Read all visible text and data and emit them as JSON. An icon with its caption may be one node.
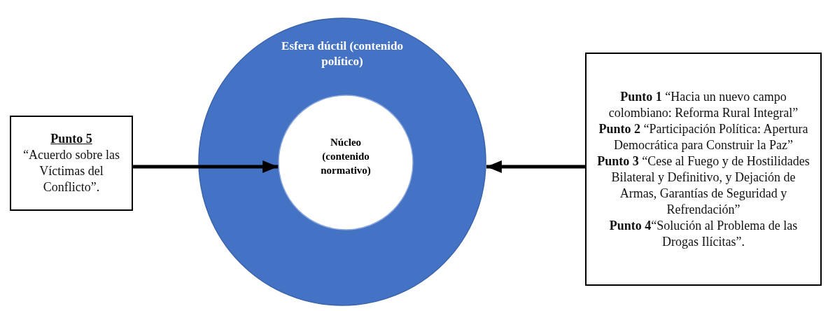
{
  "diagram": {
    "nodes": [
      {
        "text": [
          "Esfera dúctil (contenido político)"
        ]
      },
      {
        "text": [
          "Núcleo (contenido normativo)"
        ],
        "in": 0
      },
      {
        "text": [
          "Punto 5",
          "“Acuerdo sobre las Víctimas del Conflicto”."
        ]
      },
      {
        "text": [
          "**Punto 1** “Hacia un nuevo campo colombiano: Reforma Rural Integral”",
          "**Punto 2** “Participación Política: Apertura Democrática para Construir la Paz”",
          "**Punto 3** “Cese al Fuego y de Hostilidades Bilateral y Definitivo, y Dejación de Armas, Garantías de Seguridad y Refrendación”",
          "**Punto 4**“Solución al Problema de las Drogas Ilícitas”."
        ]
      }
    ],
    "edges": [
      {
        "from": 2,
        "to": 1,
        "arrow": "to"
      },
      {
        "from": 3,
        "to": 0,
        "arrow": "to"
      }
    ]
  }
}
